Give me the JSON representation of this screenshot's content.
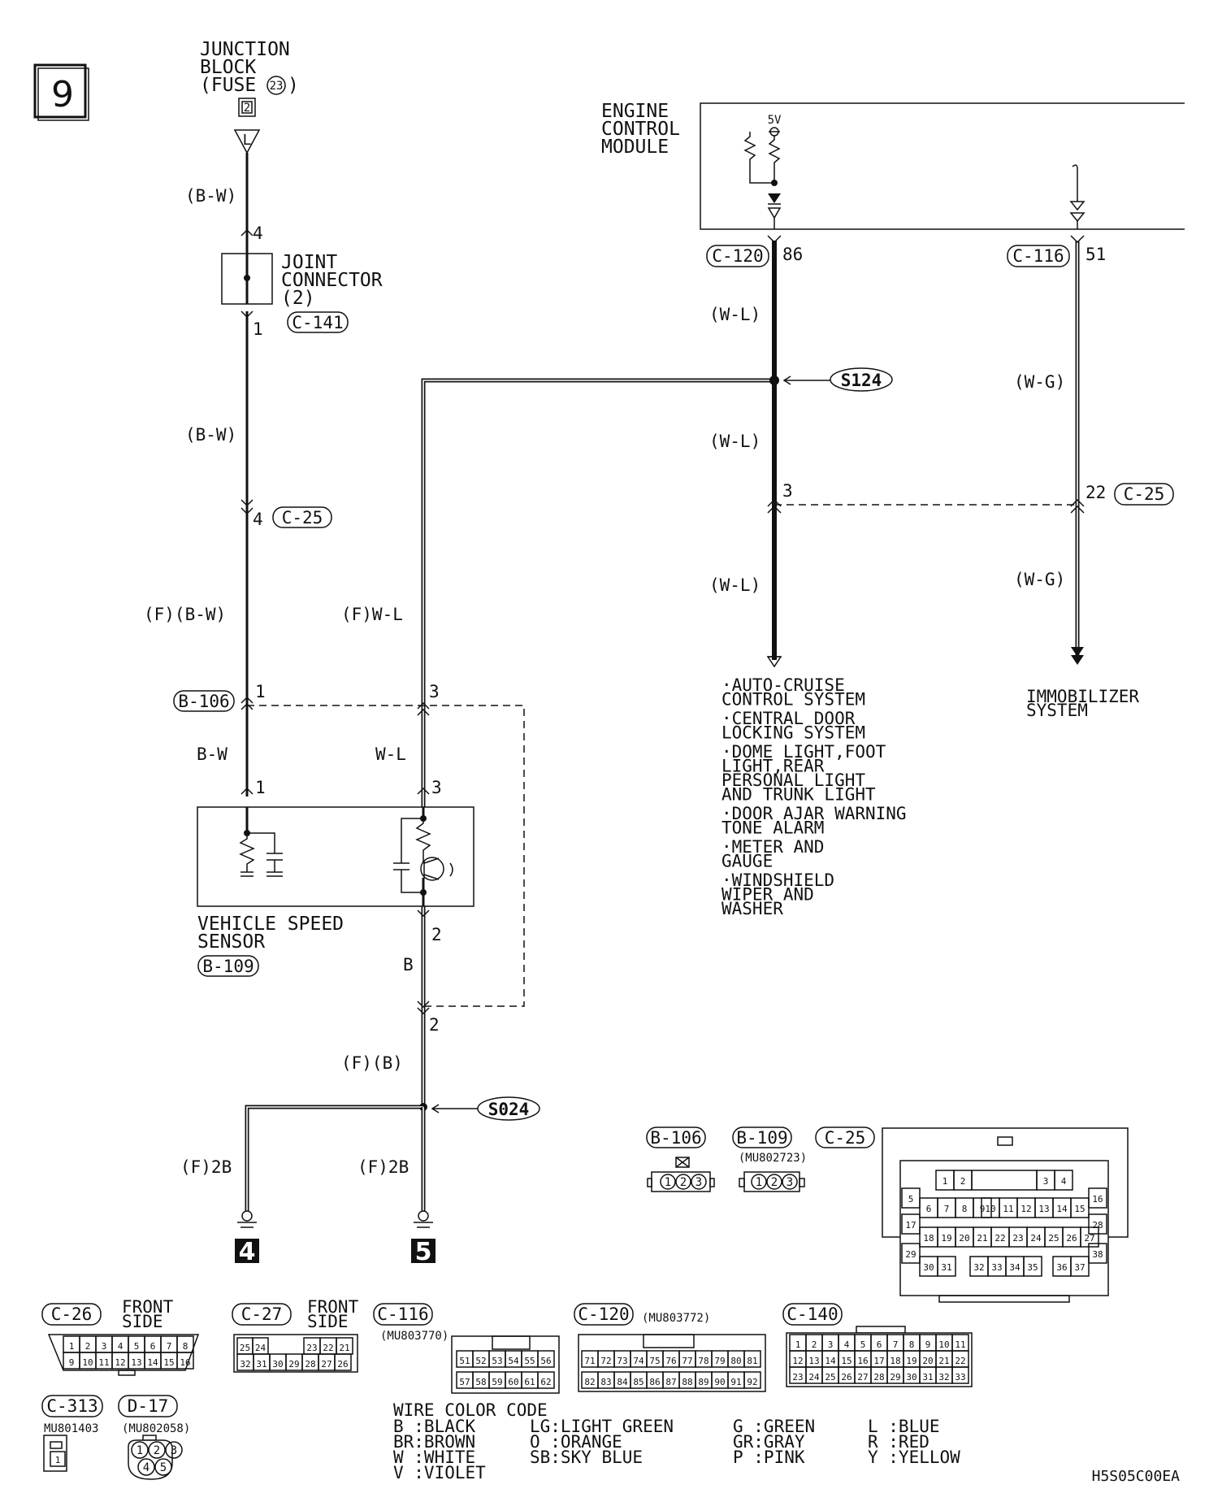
{
  "page_number": "9",
  "junction_block": {
    "line1": "JUNCTION",
    "line2": "BLOCK",
    "line3": "(FUSE",
    "fuse_num": "23",
    "line3_end": ")",
    "terminal": "2",
    "pin": "L"
  },
  "ecm": {
    "line1": "ENGINE",
    "line2": "CONTROL",
    "line3": "MODULE",
    "voltage": "5V"
  },
  "joint_connector": {
    "line1": "JOINT",
    "line2": "CONNECTOR",
    "line3": "(2)",
    "id": "C-141",
    "pin_in": "4",
    "pin_out": "1"
  },
  "wires": {
    "bw_top": "(B-W)",
    "bw_mid": "(B-W)",
    "f_bw": "(F)(B-W)",
    "bw": "B-W",
    "f_wl": "(F)W-L",
    "wl": "W-L",
    "b": "B",
    "f_b": "(F)(B)",
    "f_2b_left": "(F)2B",
    "f_2b_right": "(F)2B",
    "wl_1": "(W-L)",
    "wl_2": "(W-L)",
    "wl_3": "(W-L)",
    "wg_1": "(W-G)",
    "wg_2": "(W-G)"
  },
  "connectors": {
    "c25_left_pin": "4",
    "c25_left_id": "C-25",
    "c120_id": "C-120",
    "c120_pin": "86",
    "c116_id": "C-116",
    "c116_pin": "51",
    "c25_right_pin_l": "3",
    "c25_right_pin_r": "22",
    "c25_right_id": "C-25",
    "b106_id": "B-106",
    "b106_pin1": "1",
    "b106_pin3": "3",
    "vss_pin1": "1",
    "vss_pin3": "3",
    "vss_pin2": "2",
    "b109_pin2": "2"
  },
  "splices": {
    "s124": "S124",
    "s024": "S024"
  },
  "sensor": {
    "line1": "VEHICLE SPEED",
    "line2": "SENSOR",
    "id": "B-109"
  },
  "grounds": {
    "left": "4",
    "right": "5"
  },
  "acc_list": [
    [
      "·AUTO-CRUISE",
      " CONTROL SYSTEM"
    ],
    [
      "·CENTRAL DOOR",
      " LOCKING SYSTEM"
    ],
    [
      "·DOME LIGHT,FOOT",
      " LIGHT,REAR",
      " PERSONAL LIGHT",
      " AND TRUNK LIGHT"
    ],
    [
      "·DOOR AJAR WARNING",
      " TONE ALARM"
    ],
    [
      "·METER AND",
      " GAUGE"
    ],
    [
      "·WINDSHIELD",
      " WIPER AND",
      " WASHER"
    ]
  ],
  "immobilizer": {
    "line1": "IMMOBILIZER",
    "line2": "SYSTEM"
  },
  "connector_views": {
    "b106": {
      "id": "B-106",
      "pins": [
        "1",
        "2",
        "3"
      ]
    },
    "b109": {
      "id": "B-109",
      "part": "(MU802723)",
      "pins": [
        "1",
        "2",
        "3"
      ]
    },
    "c25": {
      "id": "C-25",
      "rows": [
        [
          "1",
          "2",
          "3",
          "4"
        ],
        [
          "5",
          "16"
        ],
        [
          "6",
          "7",
          "8",
          "9",
          "10",
          "11",
          "12",
          "13",
          "14",
          "15"
        ],
        [
          "17",
          "28"
        ],
        [
          "18",
          "19",
          "20",
          "21",
          "22",
          "23",
          "24",
          "25",
          "26",
          "27"
        ],
        [
          "29",
          "38"
        ],
        [
          "30",
          "31",
          "32",
          "33",
          "34",
          "35",
          "36",
          "37"
        ]
      ]
    },
    "c26": {
      "id": "C-26",
      "side1": "FRONT",
      "side2": "SIDE",
      "row1": [
        "1",
        "2",
        "3",
        "4",
        "5",
        "6",
        "7",
        "8"
      ],
      "row2": [
        "9",
        "10",
        "11",
        "12",
        "13",
        "14",
        "15",
        "16"
      ]
    },
    "c27": {
      "id": "C-27",
      "side1": "FRONT",
      "side2": "SIDE",
      "row1": [
        "25",
        "24",
        "23",
        "22",
        "21"
      ],
      "row2": [
        "32",
        "31",
        "30",
        "29",
        "28",
        "27",
        "26"
      ]
    },
    "c116": {
      "id": "C-116",
      "part": "(MU803770)",
      "row1": [
        "51",
        "52",
        "53",
        "54",
        "55",
        "56"
      ],
      "row2": [
        "57",
        "58",
        "59",
        "60",
        "61",
        "62"
      ]
    },
    "c120": {
      "id": "C-120",
      "part": "(MU803772)",
      "row1": [
        "71",
        "72",
        "73",
        "74",
        "75",
        "76",
        "77",
        "78",
        "79",
        "80",
        "81"
      ],
      "row2": [
        "82",
        "83",
        "84",
        "85",
        "86",
        "87",
        "88",
        "89",
        "90",
        "91",
        "92"
      ]
    },
    "c140": {
      "id": "C-140",
      "row1": [
        "1",
        "2",
        "3",
        "4",
        "5",
        "6",
        "7",
        "8",
        "9",
        "10",
        "11"
      ],
      "row2": [
        "12",
        "13",
        "14",
        "15",
        "16",
        "17",
        "18",
        "19",
        "20",
        "21",
        "22"
      ],
      "row3": [
        "23",
        "24",
        "25",
        "26",
        "27",
        "28",
        "29",
        "30",
        "31",
        "32",
        "33"
      ]
    },
    "c313": {
      "id": "C-313",
      "part": "MU801403",
      "pins": [
        "1"
      ]
    },
    "d17": {
      "id": "D-17",
      "part": "(MU802058)",
      "row1": [
        "1",
        "2",
        "3"
      ],
      "row2": [
        "4",
        "5"
      ]
    }
  },
  "wire_color_code": {
    "title": "WIRE COLOR CODE",
    "columns": [
      [
        "B :BLACK",
        "BR:BROWN",
        "W :WHITE",
        "V :VIOLET"
      ],
      [
        "LG:LIGHT GREEN",
        "O :ORANGE",
        "SB:SKY BLUE"
      ],
      [
        "G :GREEN",
        "GR:GRAY",
        "P :PINK"
      ],
      [
        "L :BLUE",
        "R :RED",
        "Y :YELLOW"
      ]
    ]
  },
  "doc_code": "H5S05C00EA"
}
